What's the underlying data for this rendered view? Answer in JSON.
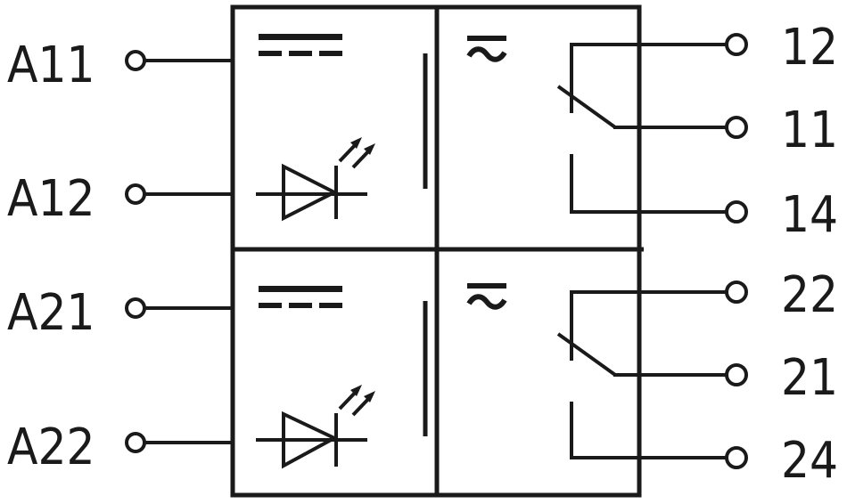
{
  "module_1": {
    "inputs": [
      "A11",
      "A12"
    ],
    "outputs": [
      "12",
      "11",
      "14"
    ]
  },
  "module_2": {
    "inputs": [
      "A21",
      "A22"
    ],
    "outputs": [
      "22",
      "21",
      "24"
    ]
  },
  "icons": {
    "dc_symbol": "dc-symbol-icon",
    "ac_dc_symbol": "ac-dc-symbol-icon",
    "led": "led-icon",
    "contact": "changeover-contact-icon"
  },
  "colors": {
    "line": "#1a1a1a",
    "background": "#ffffff"
  }
}
